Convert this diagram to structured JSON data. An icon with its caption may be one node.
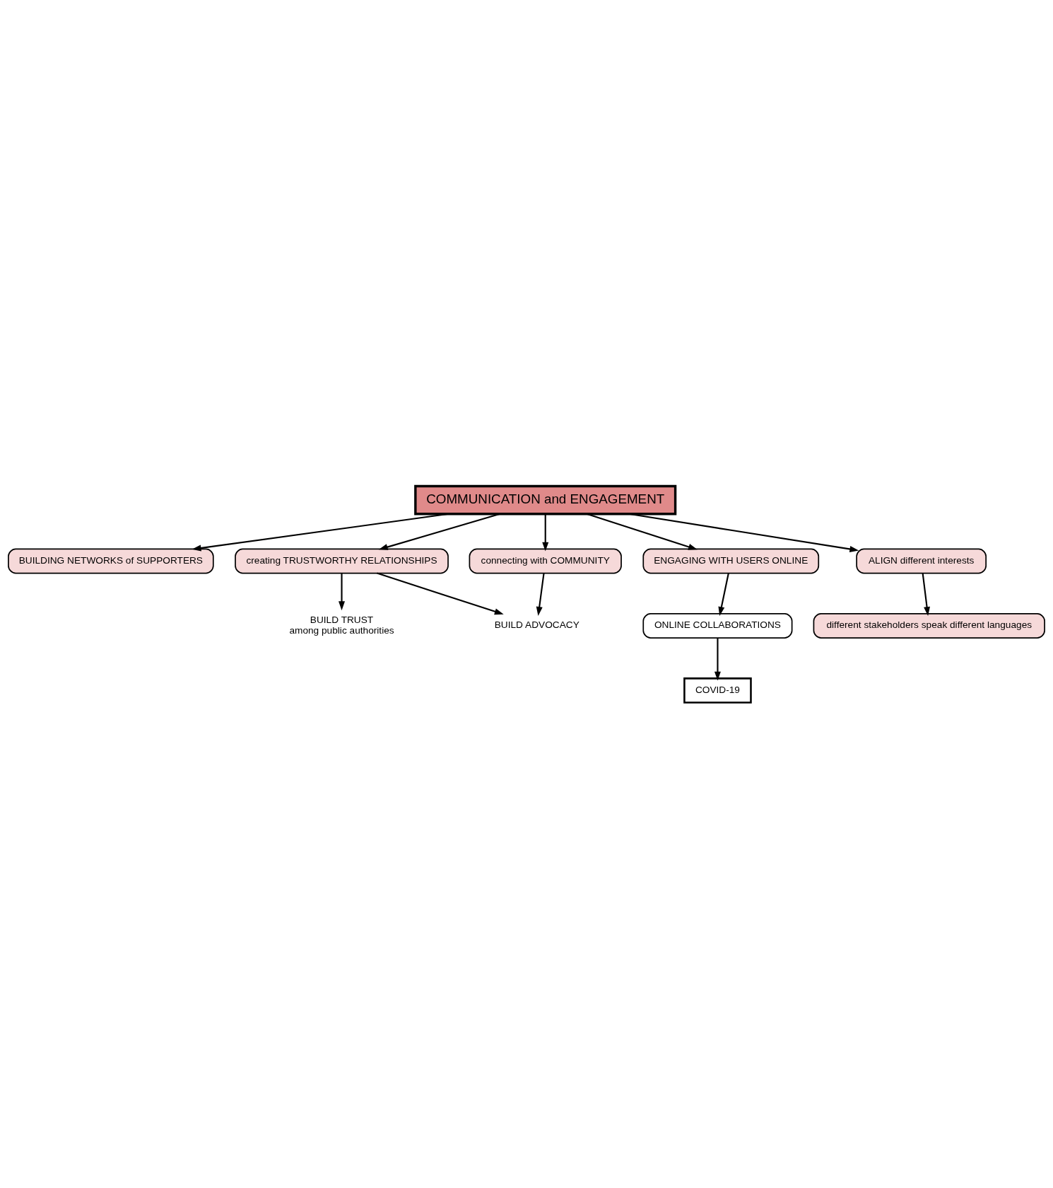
{
  "diagram": {
    "nodes": [
      {
        "text": [
          "COMMUNICATION and ENGAGEMENT"
        ]
      },
      {
        "text": [
          "BUILDING NETWORKS of SUPPORTERS"
        ]
      },
      {
        "text": [
          "creating TRUSTWORTHY RELATIONSHIPS"
        ]
      },
      {
        "text": [
          "BUILD TRUST",
          "among public authorities"
        ]
      },
      {
        "text": [
          "connecting with COMMUNITY"
        ]
      },
      {
        "text": [
          "BUILD ADVOCACY"
        ]
      },
      {
        "text": [
          "ENGAGING WITH USERS ONLINE"
        ]
      },
      {
        "text": [
          "ONLINE COLLABORATIONS"
        ]
      },
      {
        "text": [
          "COVID-19"
        ]
      },
      {
        "text": [
          "ALIGN different interests"
        ]
      },
      {
        "text": [
          "different stakeholders speak different languages"
        ]
      }
    ],
    "edges": [
      {
        "from": 0,
        "to": 1,
        "arrow": "to"
      },
      {
        "from": 0,
        "to": 2,
        "arrow": "to"
      },
      {
        "from": 0,
        "to": 4,
        "arrow": "to"
      },
      {
        "from": 2,
        "to": 3,
        "arrow": "to"
      },
      {
        "from": 2,
        "to": 5,
        "arrow": "to"
      },
      {
        "from": 4,
        "to": 5,
        "arrow": "to"
      },
      {
        "from": 0,
        "to": 6,
        "arrow": "to"
      },
      {
        "from": 6,
        "to": 7,
        "arrow": "to"
      },
      {
        "from": 7,
        "to": 8,
        "arrow": "to"
      },
      {
        "from": 0,
        "to": 9,
        "arrow": "to"
      },
      {
        "from": 9,
        "to": 10,
        "arrow": "to"
      }
    ]
  }
}
